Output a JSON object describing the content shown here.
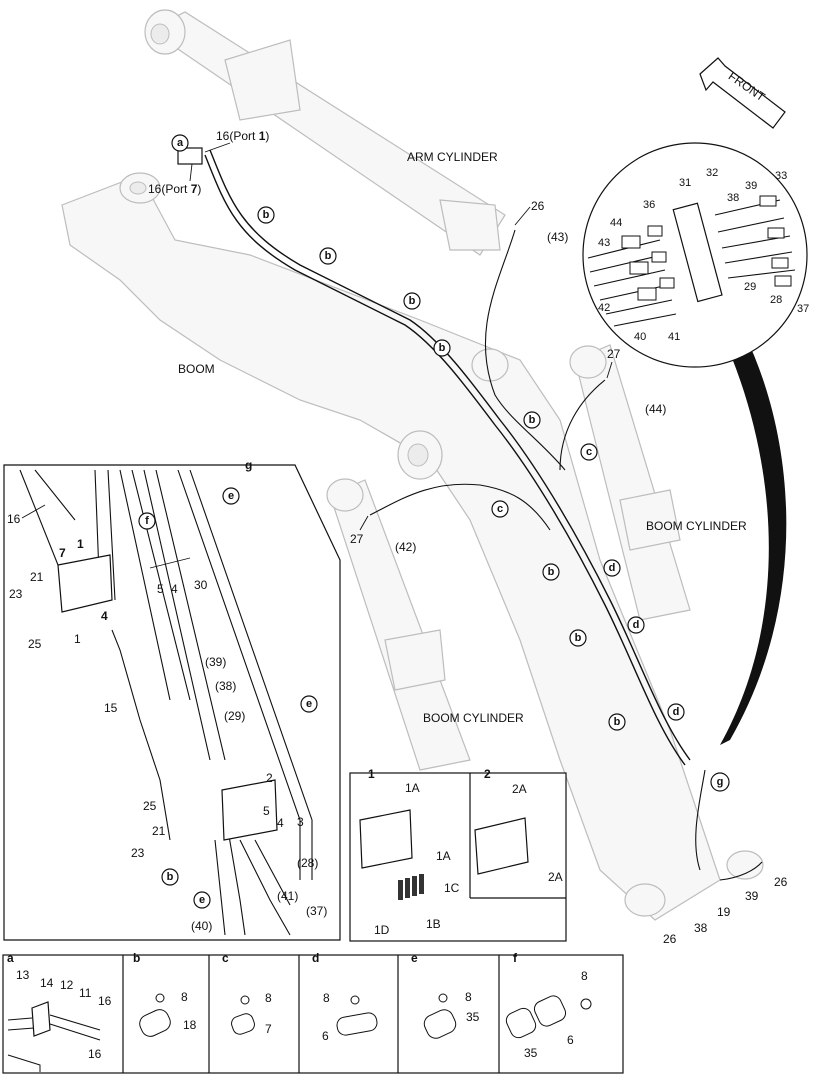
{
  "callouts": {
    "arm_cylinder": "ARM CYLINDER",
    "boom": "BOOM",
    "boom_cylinder_upper": "BOOM CYLINDER",
    "boom_cylinder_lower": "BOOM CYLINDER",
    "front": "FRONT",
    "port1_prefix": "16(Port ",
    "port1_num": "1",
    "port1_suffix": ")",
    "port7_prefix": "16(Port ",
    "port7_num": "7",
    "port7_suffix": ")"
  },
  "bubbles": {
    "a": "a",
    "b": "b",
    "c": "c",
    "d": "d",
    "e": "e",
    "f": "f",
    "g": "g"
  },
  "main_numbers": {
    "n26_top": "26",
    "n43": "(43)",
    "n27_right": "27",
    "n44": "(44)",
    "n27_left": "27",
    "n42": "(42)",
    "n26_br": "26",
    "n39": "39",
    "n19": "19",
    "n38": "38",
    "n26_bottom": "26"
  },
  "inset_top": {
    "n31": "31",
    "n32": "32",
    "n33": "33",
    "n36": "36",
    "n38": "38",
    "n39": "39",
    "n44": "44",
    "n43": "43",
    "n42": "42",
    "n40": "40",
    "n41": "41",
    "n29": "29",
    "n28": "28",
    "n37": "37"
  },
  "panel_g": {
    "header": "g",
    "n16": "16",
    "n7": "7",
    "n1a": "1",
    "n21": "21",
    "n23": "23",
    "n25": "25",
    "n1b": "1",
    "n4a": "4",
    "n5a": "5",
    "n4b": "4",
    "n30": "30",
    "n15": "15",
    "n39": "(39)",
    "n38": "(38)",
    "n29": "(29)",
    "n2": "2",
    "n5b": "5",
    "n4c": "4",
    "n3": "3",
    "n25b": "25",
    "n21b": "21",
    "n23b": "23",
    "n28": "(28)",
    "n41": "(41)",
    "n37": "(37)",
    "n40": "(40)"
  },
  "panel_12": {
    "h1": "1",
    "h2": "2",
    "p1A": "1A",
    "p1A2": "1A",
    "p1C": "1C",
    "p1D": "1D",
    "p1B": "1B",
    "p2A": "2A",
    "p2A2": "2A"
  },
  "bottom_panels": {
    "a": {
      "header": "a",
      "n13": "13",
      "n14": "14",
      "n12": "12",
      "n11": "11",
      "n16a": "16",
      "n16b": "16"
    },
    "b": {
      "header": "b",
      "n8": "8",
      "n18": "18"
    },
    "c": {
      "header": "c",
      "n8": "8",
      "n7": "7"
    },
    "d": {
      "header": "d",
      "n8": "8",
      "n6": "6"
    },
    "e": {
      "header": "e",
      "n8": "8",
      "n35": "35"
    },
    "f": {
      "header": "f",
      "n8": "8",
      "n35": "35",
      "n6": "6"
    }
  }
}
